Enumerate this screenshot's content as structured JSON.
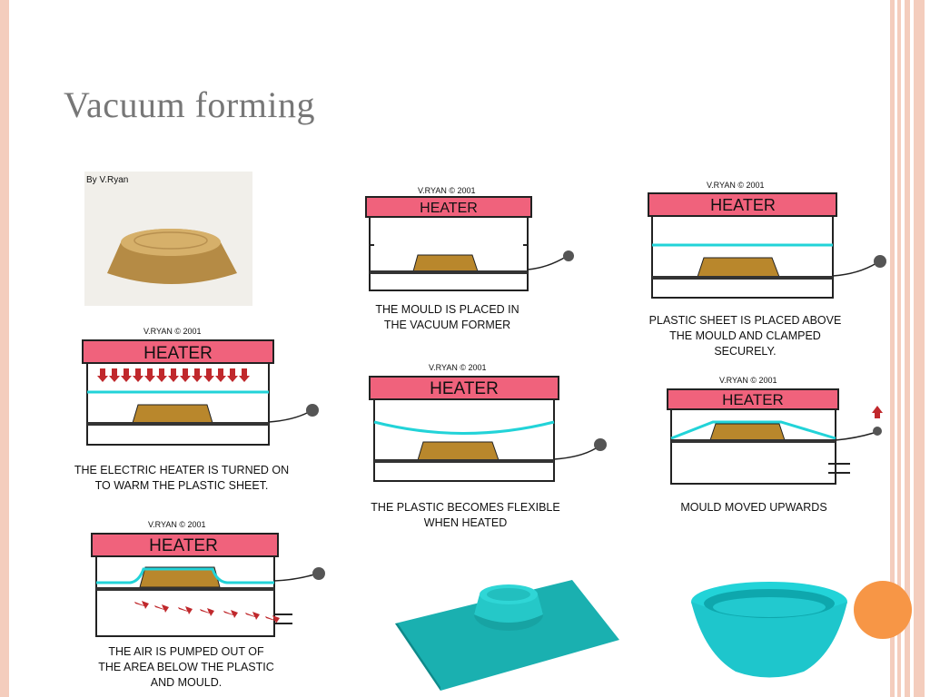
{
  "slide": {
    "title": "Vacuum forming",
    "accent_color": "#f79646",
    "heater_color": "#f0627c",
    "plastic_color": "#22d3d8"
  },
  "photo": {
    "credit": "By V.Ryan"
  },
  "steps": [
    {
      "credit": "V.RYAN © 2001",
      "heater": "HEATER",
      "caption": "THE MOULD IS PLACED IN\nTHE VACUUM FORMER"
    },
    {
      "credit": "V.RYAN © 2001",
      "heater": "HEATER",
      "caption": "PLASTIC SHEET IS PLACED ABOVE\nTHE MOULD AND CLAMPED\nSECURELY."
    },
    {
      "credit": "V.RYAN © 2001",
      "heater": "HEATER",
      "caption": "THE ELECTRIC HEATER IS TURNED ON\nTO WARM THE PLASTIC SHEET."
    },
    {
      "credit": "V.RYAN © 2001",
      "heater": "HEATER",
      "caption": "THE PLASTIC BECOMES FLEXIBLE\nWHEN HEATED"
    },
    {
      "credit": "V.RYAN © 2001",
      "heater": "HEATER",
      "caption": "MOULD MOVED UPWARDS"
    },
    {
      "credit": "V.RYAN © 2001",
      "heater": "HEATER",
      "caption": "THE AIR IS PUMPED OUT OF\nTHE AREA BELOW THE PLASTIC\nAND MOULD."
    }
  ]
}
